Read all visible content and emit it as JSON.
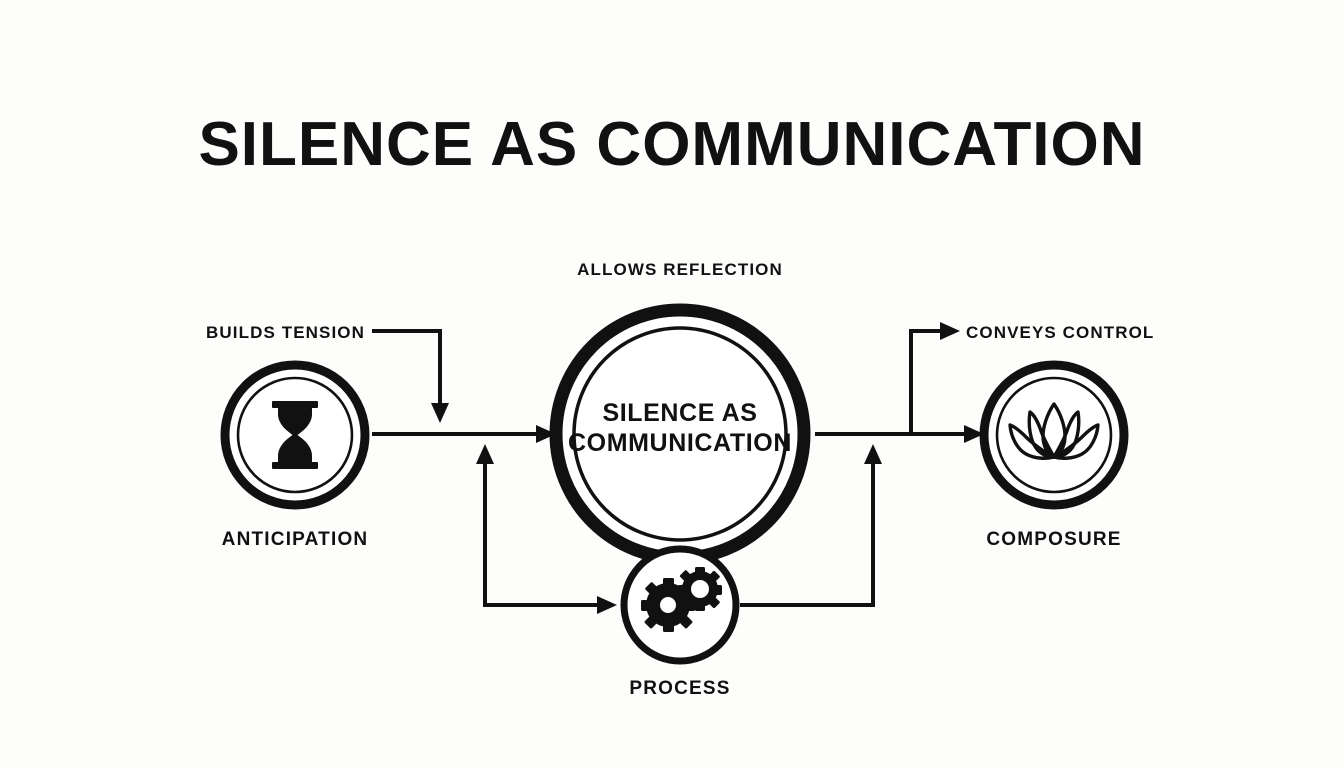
{
  "title": "SILENCE AS COMMUNICATION",
  "center": {
    "name": "center-node",
    "line1": "SILENCE AS",
    "line2": "COMMUNICATION",
    "top_label": "ALLOWS REFLECTION"
  },
  "nodes": [
    {
      "id": "anticipation",
      "label": "ANTICIPATION",
      "icon": "hourglass-icon",
      "edge_label": "BUILDS TENSION",
      "position": "left"
    },
    {
      "id": "composure",
      "label": "COMPOSURE",
      "icon": "lotus-icon",
      "edge_label": "CONVEYS CONTROL",
      "position": "right"
    },
    {
      "id": "process",
      "label": "PROCESS",
      "icon": "gears-icon",
      "edge_label": "",
      "position": "bottom"
    }
  ],
  "colors": {
    "ink": "#111111",
    "background": "#fdfdfc",
    "node_fill": "#ffffff"
  }
}
